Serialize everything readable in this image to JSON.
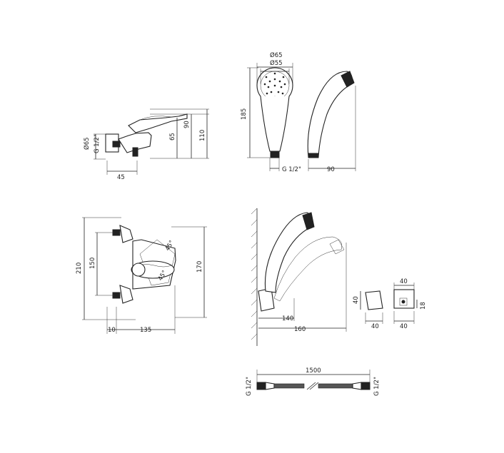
{
  "tap_side": {
    "d_flange": "Ø65",
    "thread": "G 1/2\"",
    "depth": "45",
    "h_spout": "65",
    "h_lever": "90",
    "h_total": "110"
  },
  "handshower_top": {
    "d_outer": "Ø65",
    "d_inner": "Ø55",
    "length": "185",
    "thread": "G 1/2\"",
    "side_width": "90"
  },
  "tap_front": {
    "h_total": "210",
    "centers": "150",
    "height": "170",
    "offset": "10",
    "width": "135",
    "angle1": "45°",
    "angle2": "45°"
  },
  "wall_holder": {
    "reach1": "140",
    "reach2": "160"
  },
  "bracket": {
    "h": "40",
    "w1": "40",
    "w2": "40",
    "w3": "40",
    "h2": "18"
  },
  "hose": {
    "length": "1500",
    "thread_left": "G 1/2\"",
    "thread_right": "G 1/2\""
  }
}
